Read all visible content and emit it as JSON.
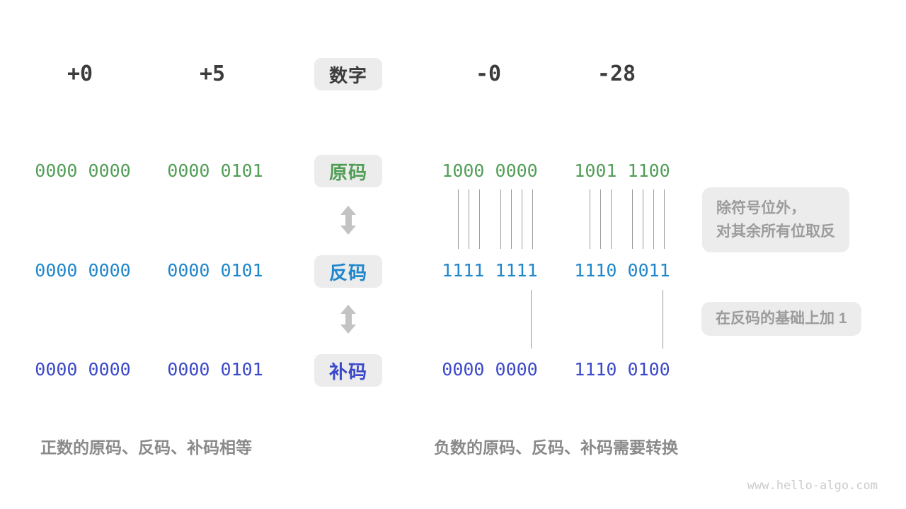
{
  "header": {
    "pos0": "+0",
    "pos5": "+5",
    "title": "数字",
    "neg0": "-0",
    "neg28": "-28"
  },
  "rows": {
    "sign": {
      "label": "原码",
      "v1": "0000 0000",
      "v2": "0000 0101",
      "v3": "1000 0000",
      "v4": "1001 1100"
    },
    "ones": {
      "label": "反码",
      "v1": "0000 0000",
      "v2": "0000 0101",
      "v3": "1111 1111",
      "v4": "1110 0011"
    },
    "twos": {
      "label": "补码",
      "v1": "0000 0000",
      "v2": "0000 0101",
      "v3": "0000 0000",
      "v4": "1110 0100"
    }
  },
  "annotations": {
    "invert_line1": "除符号位外，",
    "invert_line2": "对其余所有位取反",
    "add_one": "在反码的基础上加 1"
  },
  "captions": {
    "positive": "正数的原码、反码、补码相等",
    "negative": "负数的原码、反码、补码需要转换"
  },
  "watermark": "www.hello-algo.com",
  "colors": {
    "green": "#529e57",
    "blue": "#1f86cb",
    "indigo": "#3b49c9",
    "badge_bg": "#ececec",
    "dark_text": "#3c3c3c",
    "gray_text": "#9c9c9c",
    "arrow": "#c3c3c3"
  }
}
